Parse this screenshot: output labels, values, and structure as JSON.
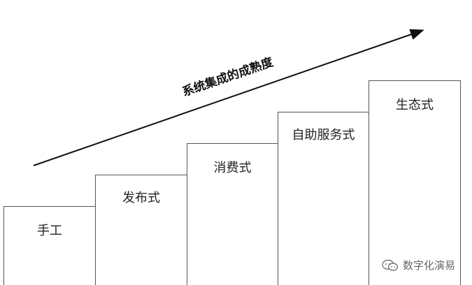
{
  "diagram": {
    "axis_label": "系统集成的成熟度",
    "steps": [
      {
        "label": "手工"
      },
      {
        "label": "发布式"
      },
      {
        "label": "消费式"
      },
      {
        "label": "自助服务式"
      },
      {
        "label": "生态式"
      }
    ]
  },
  "watermark": {
    "text": "数字化演易",
    "icon": "wechat-icon"
  },
  "colors": {
    "line": "#555555",
    "text": "#222222",
    "background": "#ffffff"
  }
}
